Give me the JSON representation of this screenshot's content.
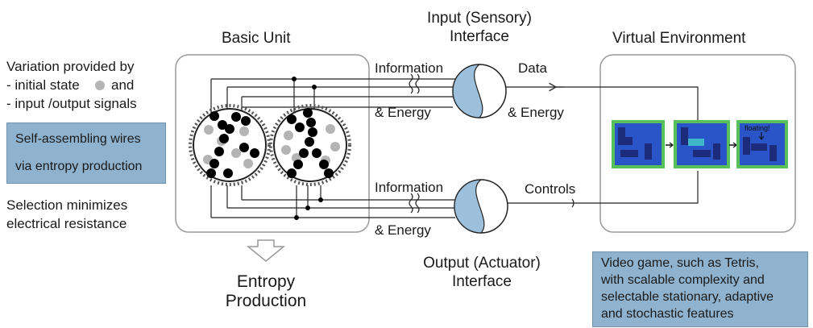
{
  "left": {
    "variation_line1": "Variation provided by",
    "variation_line2": "- initial state",
    "variation_and": "and",
    "variation_line3": "- input /output signals",
    "self_line1": "Self-assembling wires",
    "self_line2": "via entropy production",
    "selection_line1": "Selection minimizes",
    "selection_line2": "electrical resistance"
  },
  "basic_unit": {
    "title": "Basic Unit"
  },
  "entropy": {
    "line1": "Entropy",
    "line2": "Production"
  },
  "input_interface": {
    "line1": "Input (Sensory)",
    "line2": "Interface"
  },
  "output_interface": {
    "line1": "Output (Actuator)",
    "line2": "Interface"
  },
  "labels": {
    "information_top": "Information",
    "energy_top": "& Energy",
    "information_bottom": "Information",
    "energy_bottom": "& Energy",
    "data": "Data",
    "data_energy": "& Energy",
    "controls": "Controls"
  },
  "virtual_env": {
    "title": "Virtual Environment",
    "floating_label": "floating!"
  },
  "video_game": {
    "line1": "Video game, such as Tetris,",
    "line2": "with scalable complexity and",
    "line3": "selectable stationary, adaptive",
    "line4": "and stochastic features"
  },
  "colors": {
    "blue_box": "#8fb3cf",
    "interface_fill": "#9cc0dc",
    "tetris_bg": "#2a55c8",
    "tetris_border": "#58c05a",
    "ball_black": "#000000",
    "ball_gray": "#b4b4b4"
  }
}
